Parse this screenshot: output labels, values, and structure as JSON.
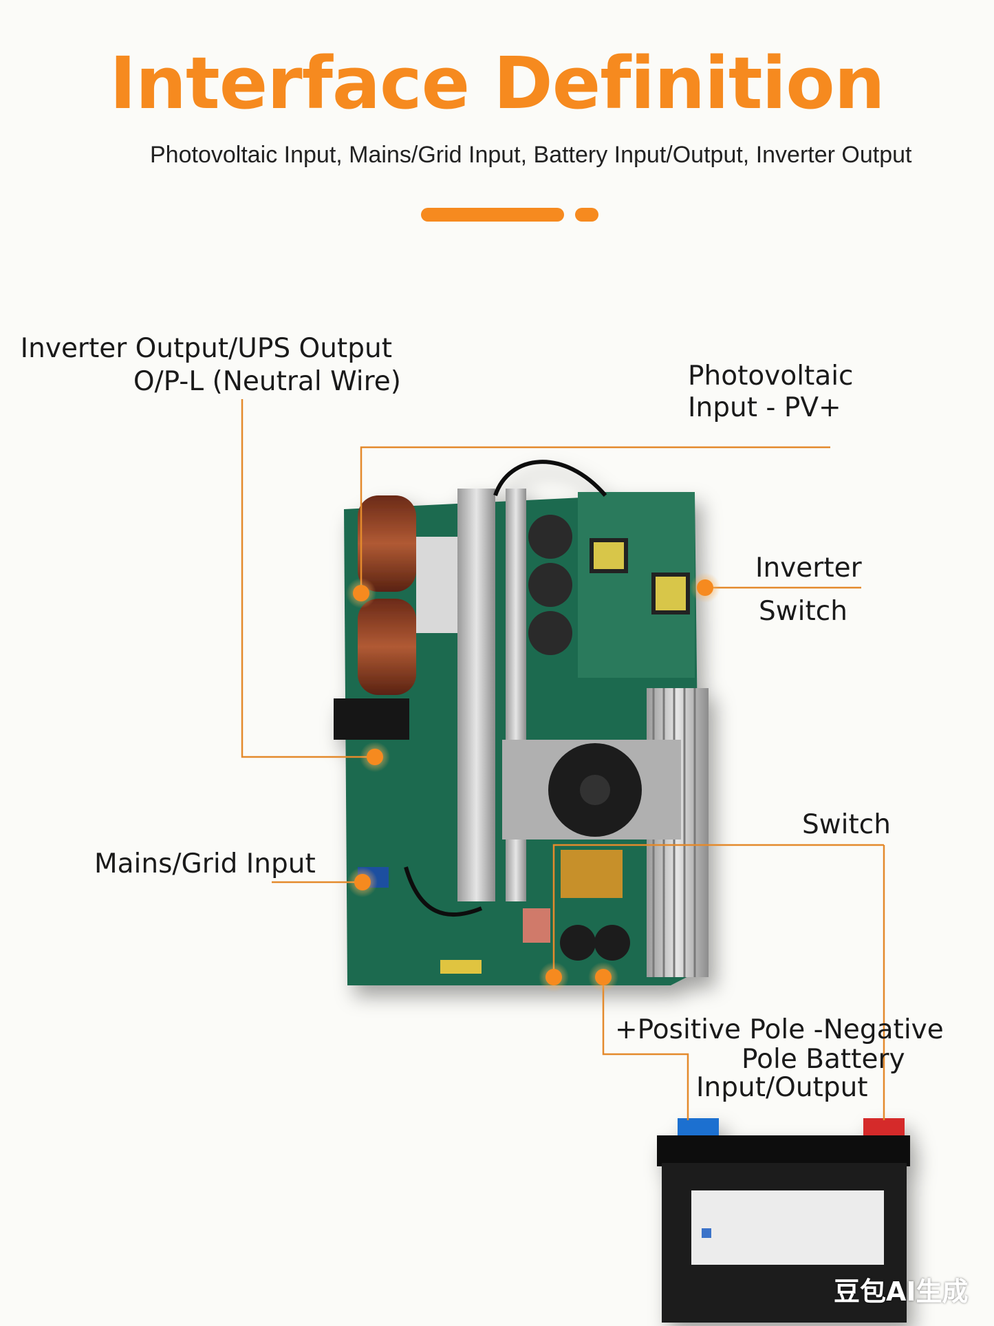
{
  "header": {
    "title": "Interface Definition",
    "subtitle": "Photovoltaic Input, Mains/Grid Input, Battery Input/Output, Inverter Output"
  },
  "labels": {
    "inverter_output_line1": "Inverter Output/UPS Output",
    "inverter_output_line2": "O/P-L  (Neutral Wire)",
    "pv_line1": "Photovoltaic",
    "pv_line2": "Input -   PV+",
    "inverter_switch_line1": "Inverter",
    "inverter_switch_line2": "Switch",
    "switch": "Switch",
    "mains_grid_input": "Mains/Grid Input",
    "battery_line1": "+Positive Pole -Negative",
    "battery_line2": "Pole Battery",
    "battery_line3": "Input/Output"
  },
  "watermark": "豆包AI生成",
  "colors": {
    "accent": "#f68a1f",
    "pcb_green": "#1e6b4f",
    "text": "#1a1a1a"
  }
}
